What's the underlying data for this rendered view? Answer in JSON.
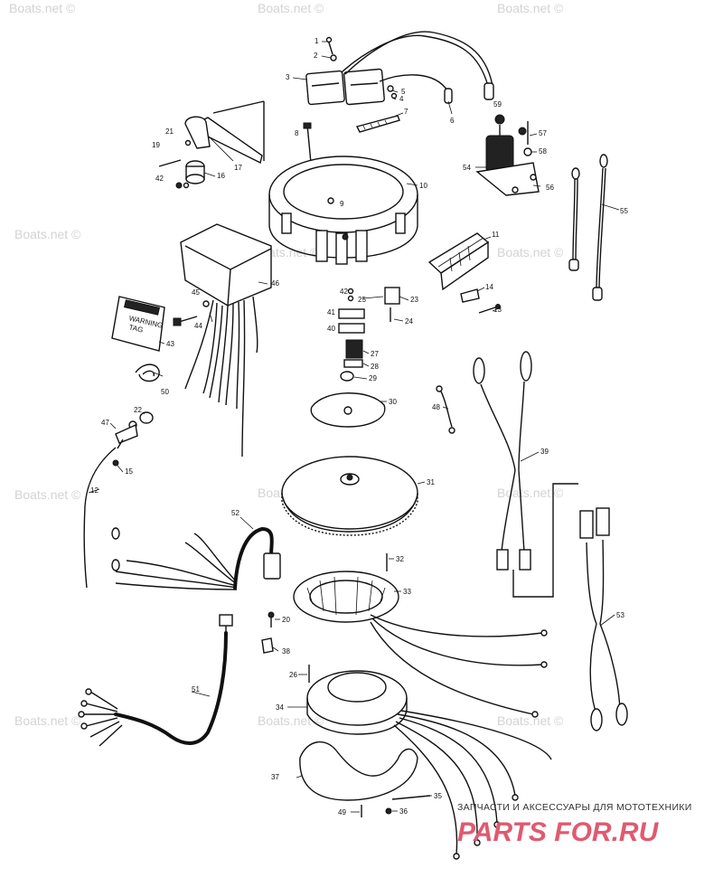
{
  "watermark": "Boats.net ©",
  "brand": {
    "caption": "ЗАПЧАСТИ И АКСЕССУАРЫ ДЛЯ МОТОТЕХНИКИ",
    "logo": "PARTS FOR.RU"
  },
  "label_text": {
    "line1": "WARNING",
    "line2": "TAG"
  },
  "part_numbers": [
    "1",
    "2",
    "3",
    "4",
    "5",
    "6",
    "7",
    "8",
    "9",
    "10",
    "11",
    "12",
    "13",
    "14",
    "15",
    "16",
    "17",
    "19",
    "20",
    "21",
    "22",
    "23",
    "24",
    "25",
    "26",
    "27",
    "28",
    "29",
    "30",
    "31",
    "32",
    "33",
    "34",
    "35",
    "36",
    "37",
    "38",
    "39",
    "40",
    "41",
    "42",
    "43",
    "44",
    "45",
    "46",
    "47",
    "48",
    "49",
    "50",
    "51",
    "52",
    "53",
    "54",
    "55",
    "56",
    "57",
    "58",
    "59"
  ],
  "colors": {
    "line": "#111111",
    "watermark": "#d3d3d3",
    "logo": "#e05a6f"
  }
}
